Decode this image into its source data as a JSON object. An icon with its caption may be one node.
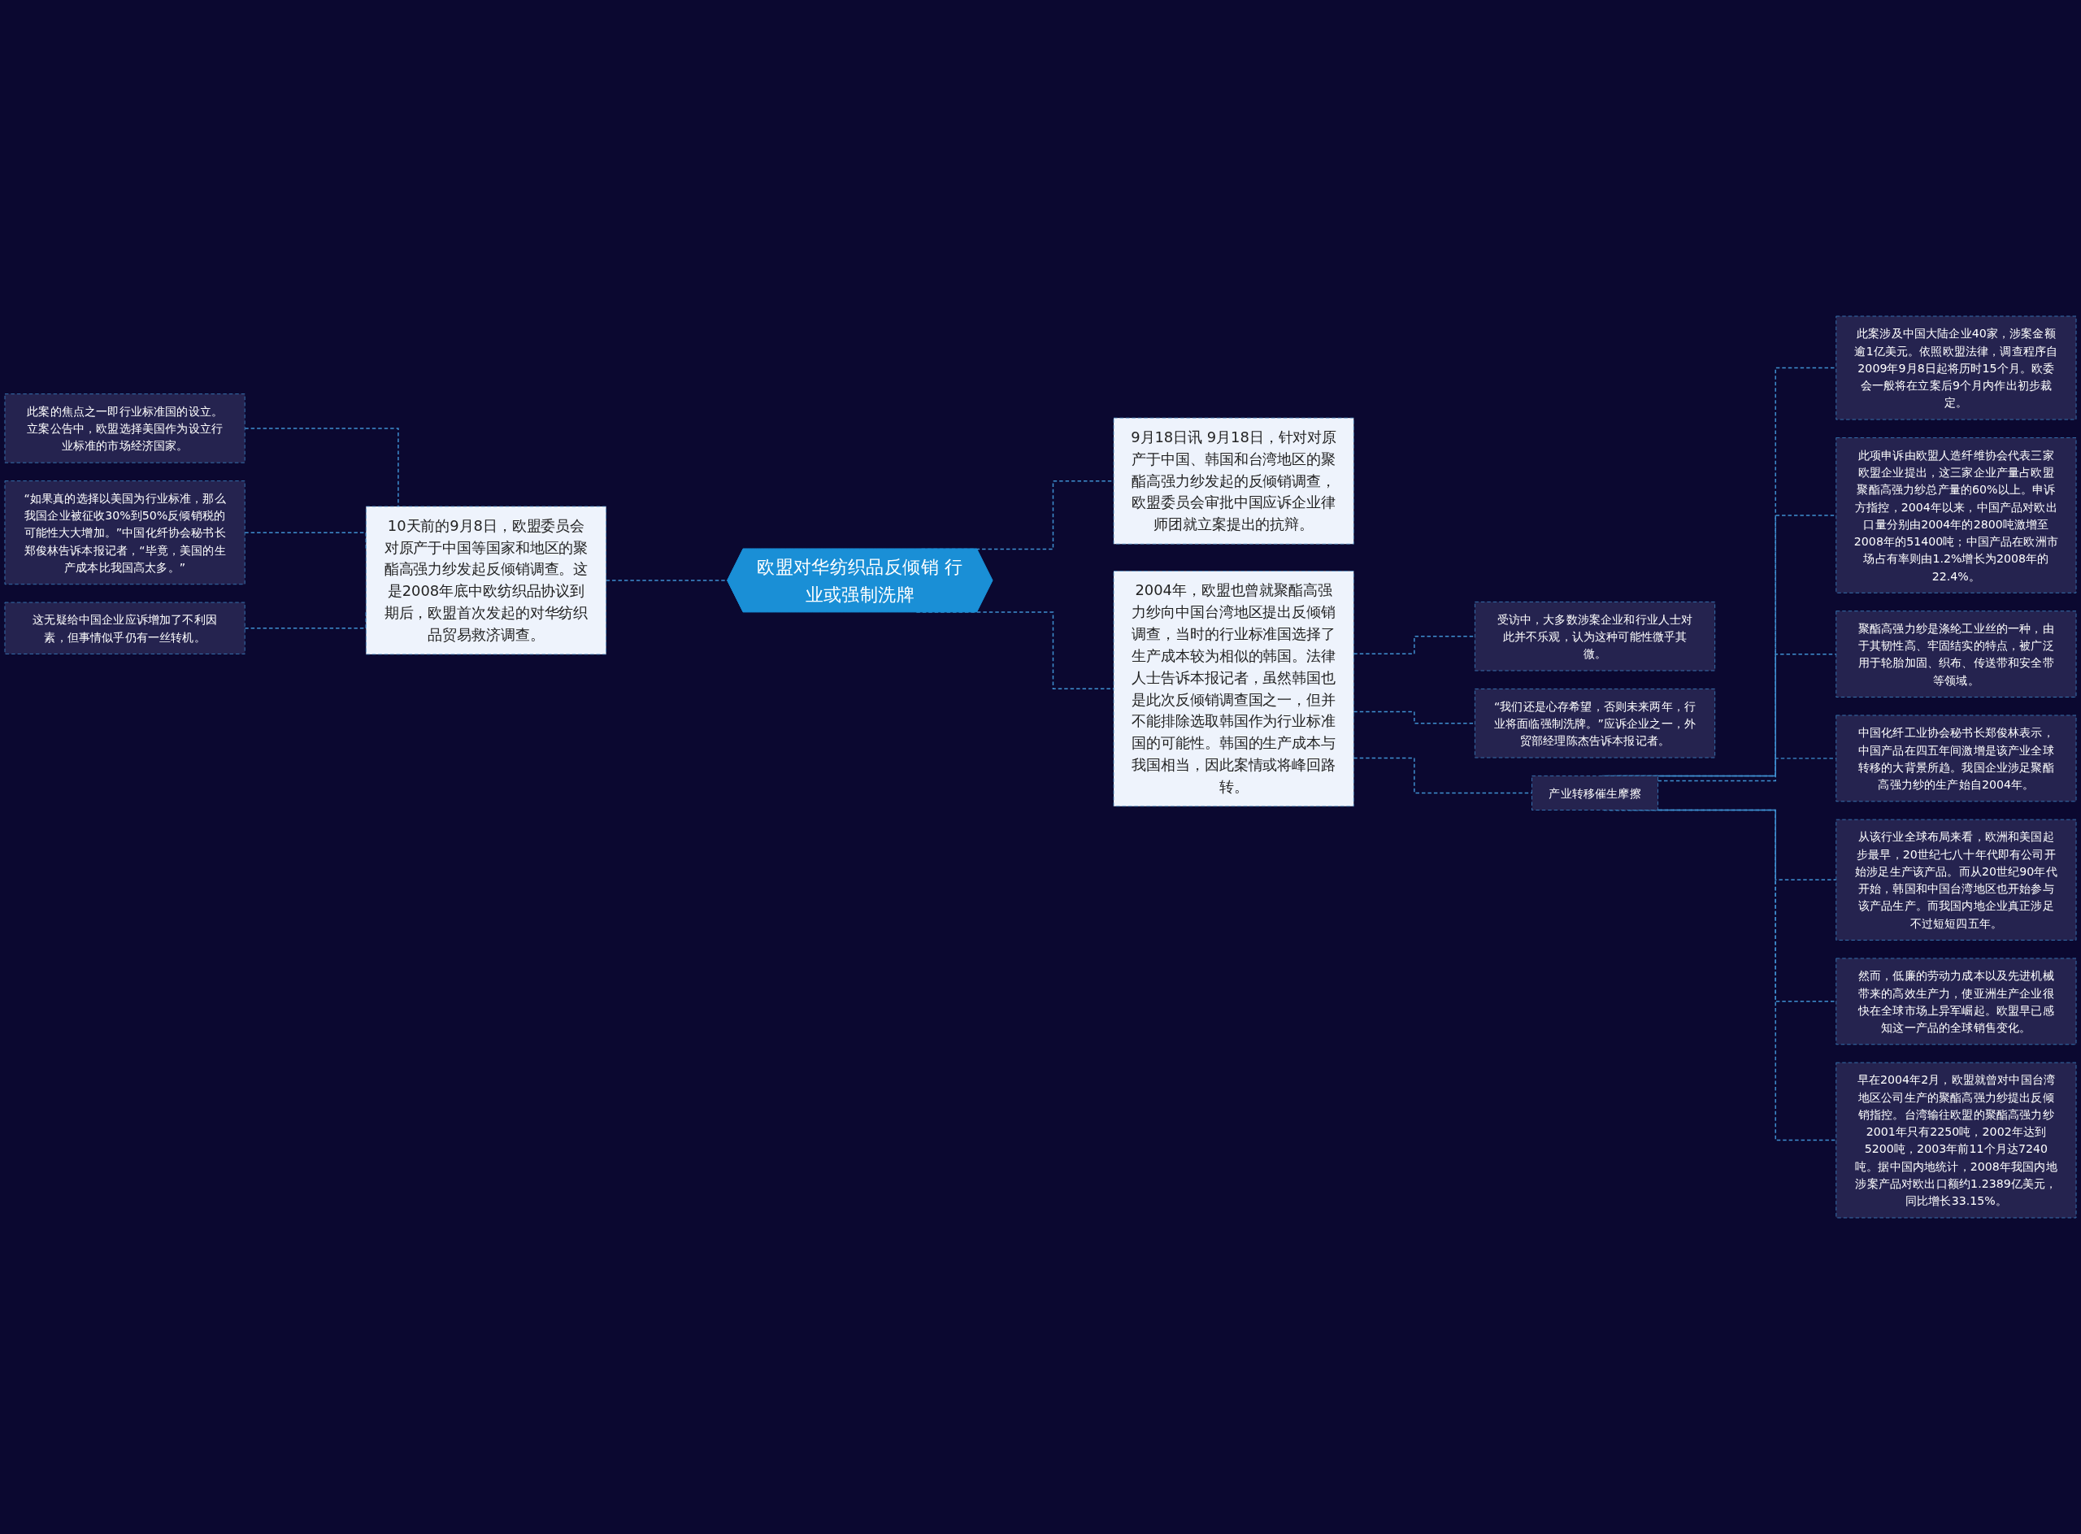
{
  "diagram": {
    "nodes": [
      {
        "text": [
          "欧盟对华纺织品反倾销 行业或强制洗牌"
        ]
      },
      {
        "text": [
          "10天前的9月8日，欧盟委员会对原产于中国等国家和地区的聚酯高强力纱发起反倾销调查。这是2008年底中欧纺织品协议到期后，欧盟首次发起的对华纺织品贸易救济调查。"
        ]
      },
      {
        "text": [
          "此案的焦点之一即行业标准国的设立。立案公告中，欧盟选择美国作为设立行业标准的市场经济国家。"
        ]
      },
      {
        "text": [
          "“如果真的选择以美国为行业标准，那么我国企业被征收30%到50%反倾销税的可能性大大增加。”中国化纤协会秘书长郑俊林告诉本报记者，“毕竟，美国的生产成本比我国高太多。”"
        ]
      },
      {
        "text": [
          "这无疑给中国企业应诉增加了不利因素，但事情似乎仍有一丝转机。"
        ]
      },
      {
        "text": [
          "9月18日讯 9月18日，针对对原产于中国、韩国和台湾地区的聚酯高强力纱发起的反倾销调查，欧盟委员会审批中国应诉企业律师团就立案提出的抗辩。"
        ]
      },
      {
        "text": [
          "2004年，欧盟也曾就聚酯高强力纱向中国台湾地区提出反倾销调查，当时的行业标准国选择了生产成本较为相似的韩国。法律人士告诉本报记者，虽然韩国也是此次反倾销调查国之一，但并不能排除选取韩国作为行业标准国的可能性。韩国的生产成本与我国相当，因此案情或将峰回路转。"
        ]
      },
      {
        "text": [
          "受访中，大多数涉案企业和行业人士对此并不乐观，认为这种可能性微乎其微。"
        ]
      },
      {
        "text": [
          "“我们还是心存希望，否则未来两年，行业将面临强制洗牌。”应诉企业之一，外贸部经理陈杰告诉本报记者。"
        ]
      },
      {
        "text": [
          "产业转移催生摩擦"
        ]
      },
      {
        "text": [
          "此案涉及中国大陆企业40家，涉案金额逾1亿美元。依照欧盟法律，调查程序自2009年9月8日起将历时15个月。欧委会一般将在立案后9个月内作出初步裁定。"
        ]
      },
      {
        "text": [
          "此项申诉由欧盟人造纤维协会代表三家欧盟企业提出，这三家企业产量占欧盟聚酯高强力纱总产量的60%以上。申诉方指控，2004年以来，中国产品对欧出口量分别由2004年的2800吨激增至2008年的51400吨；中国产品在欧洲市场占有率则由1.2%增长为2008年的22.4%。"
        ]
      },
      {
        "text": [
          "聚酯高强力纱是涤纶工业丝的一种，由于其韧性高、牢固结实的特点，被广泛用于轮胎加固、织布、传送带和安全带等领域。"
        ]
      },
      {
        "text": [
          "中国化纤工业协会秘书长郑俊林表示，中国产品在四五年间激增是该产业全球转移的大背景所趋。我国企业涉足聚酯高强力纱的生产始自2004年。"
        ]
      },
      {
        "text": [
          "从该行业全球布局来看，欧洲和美国起步最早，20世纪七八十年代即有公司开始涉足生产该产品。而从20世纪90年代开始，韩国和中国台湾地区也开始参与该产品生产。而我国内地企业真正涉足不过短短四五年。"
        ]
      },
      {
        "text": [
          "然而，低廉的劳动力成本以及先进机械带来的高效生产力，使亚洲生产企业很快在全球市场上异军崛起。欧盟早已感知这一产品的全球销售变化。"
        ]
      },
      {
        "text": [
          "早在2004年2月，欧盟就曾对中国台湾地区公司生产的聚酯高强力纱提出反倾销指控。台湾输往欧盟的聚酯高强力纱2001年只有2250吨，2002年达到5200吨，2003年前11个月达7240吨。据中国内地统计，2008年我国内地涉案产品对欧出口额约1.2389亿美元，同比增长33.15%。"
        ]
      }
    ],
    "edges": [
      {
        "from": 0,
        "to": 1,
        "arrow": "none",
        "style": "dashed"
      },
      {
        "from": 1,
        "to": 2,
        "arrow": "none",
        "style": "dashed"
      },
      {
        "from": 1,
        "to": 3,
        "arrow": "none",
        "style": "dashed"
      },
      {
        "from": 1,
        "to": 4,
        "arrow": "none",
        "style": "dashed"
      },
      {
        "from": 0,
        "to": 5,
        "arrow": "none",
        "style": "dashed"
      },
      {
        "from": 0,
        "to": 6,
        "arrow": "none",
        "style": "dashed"
      },
      {
        "from": 6,
        "to": 7,
        "arrow": "none",
        "style": "dashed"
      },
      {
        "from": 6,
        "to": 8,
        "arrow": "none",
        "style": "dashed"
      },
      {
        "from": 6,
        "to": 9,
        "arrow": "none",
        "style": "dashed"
      },
      {
        "from": 9,
        "to": 10,
        "arrow": "none",
        "style": "dashed"
      },
      {
        "from": 9,
        "to": 11,
        "arrow": "none",
        "style": "dashed"
      },
      {
        "from": 9,
        "to": 12,
        "arrow": "none",
        "style": "dashed"
      },
      {
        "from": 9,
        "to": 13,
        "arrow": "none",
        "style": "dashed"
      },
      {
        "from": 9,
        "to": 14,
        "arrow": "none",
        "style": "dashed"
      },
      {
        "from": 9,
        "to": 15,
        "arrow": "none",
        "style": "dashed"
      },
      {
        "from": 9,
        "to": 16,
        "arrow": "none",
        "style": "dashed"
      }
    ]
  }
}
